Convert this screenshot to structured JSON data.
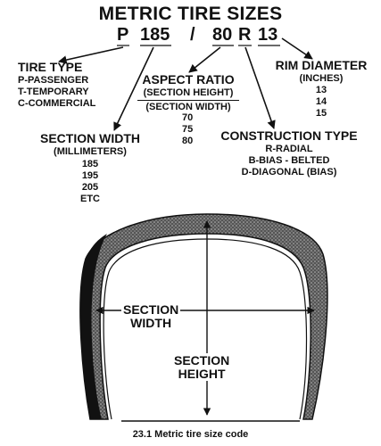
{
  "title": "METRIC TIRE SIZES",
  "code": {
    "type": "P",
    "width": "185",
    "slash": "/",
    "ratio": "80",
    "construction": "R",
    "rim": "13"
  },
  "tire_type": {
    "heading": "TIRE TYPE",
    "items": [
      "P-PASSENGER",
      "T-TEMPORARY",
      "C-COMMERCIAL"
    ]
  },
  "aspect_ratio": {
    "heading": "ASPECT RATIO",
    "numerator": "(SECTION HEIGHT)",
    "denominator": "(SECTION WIDTH)",
    "items": [
      "70",
      "75",
      "80"
    ]
  },
  "rim_diameter": {
    "heading": "RIM DIAMETER",
    "unit": "(INCHES)",
    "items": [
      "13",
      "14",
      "15"
    ]
  },
  "section_width": {
    "heading": "SECTION WIDTH",
    "unit": "(MILLIMETERS)",
    "items": [
      "185",
      "195",
      "205",
      "ETC"
    ]
  },
  "construction_type": {
    "heading": "CONSTRUCTION TYPE",
    "items": [
      "R-RADIAL",
      "B-BIAS - BELTED",
      "D-DIAGONAL (BIAS)"
    ]
  },
  "tire_labels": {
    "width_line1": "SECTION",
    "width_line2": "WIDTH",
    "height_line1": "SECTION",
    "height_line2": "HEIGHT"
  },
  "caption": "23.1  Metric tire size code"
}
